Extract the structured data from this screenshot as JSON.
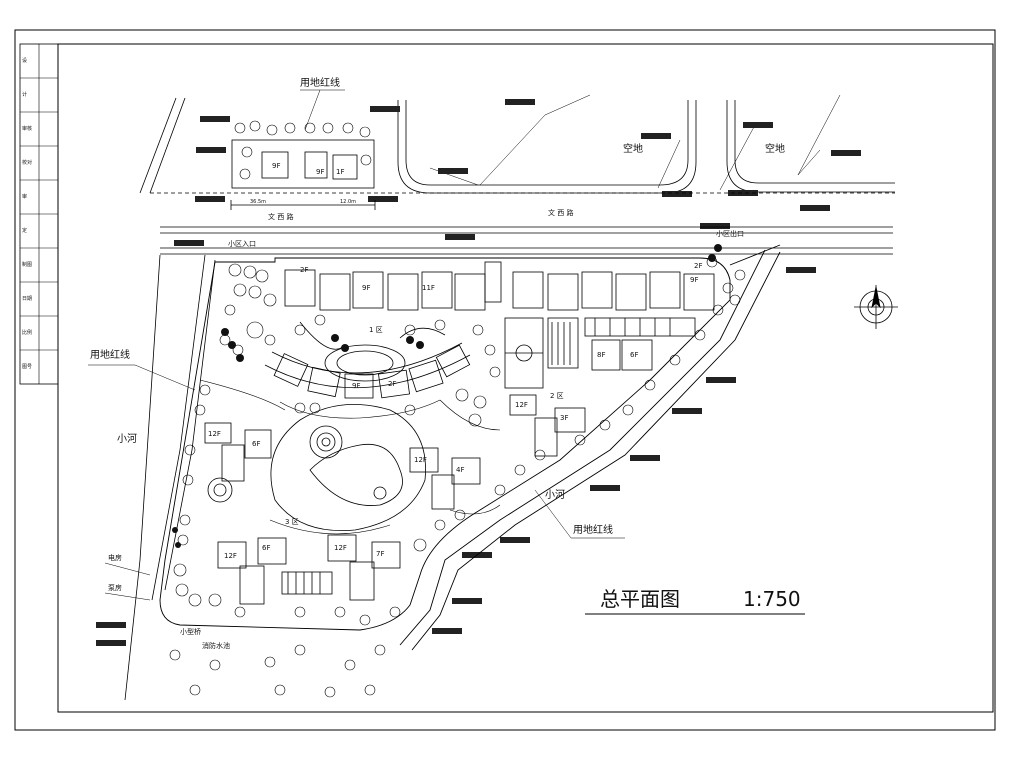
{
  "drawing": {
    "title": "总平面图",
    "scale": "1:750"
  },
  "roads": {
    "main_road_top": "文 西 路",
    "main_road_center": "文   西   路",
    "river_left": "小河",
    "river_right": "小河"
  },
  "labels": {
    "entrance": "小区入口",
    "exit": "小区出口",
    "red_line_top": "用地红线",
    "red_line_left": "用地红线",
    "red_line_right": "用地红线",
    "zone1": "1 区",
    "zone2": "2 区",
    "zone3": "3 区",
    "area_tl": "空地",
    "area_tr": "空地",
    "power_room": "电房",
    "water_room": "泵房",
    "small_bridge": "小型桥",
    "fire_pool": "消防水池",
    "dim_1": "36.5m",
    "dim_2": "12.0m"
  },
  "buildings": {
    "b_top1": "9F",
    "b_top2": "9F",
    "b_top3": "1F",
    "b_row_1": "2F",
    "b_row_2": "9F",
    "b_row_3": "11F",
    "b_row_4": "9F",
    "b_row_5": "2F",
    "b_arc1": "9F",
    "b_arc2": "2F",
    "b_z2_a": "8F",
    "b_z2_b": "6F",
    "b_z2_c": "12F",
    "b_z2_d": "3F",
    "b_c1": "12F",
    "b_c2": "6F",
    "b_c3": "12F",
    "b_c4": "4F",
    "b_s1": "12F",
    "b_s2": "6F",
    "b_s3": "12F",
    "b_s4": "7F"
  },
  "title_block": {
    "cells": [
      "设",
      "计",
      "审核",
      "校对",
      "审",
      "定",
      "制图",
      "日期",
      "比例",
      "图号"
    ]
  }
}
